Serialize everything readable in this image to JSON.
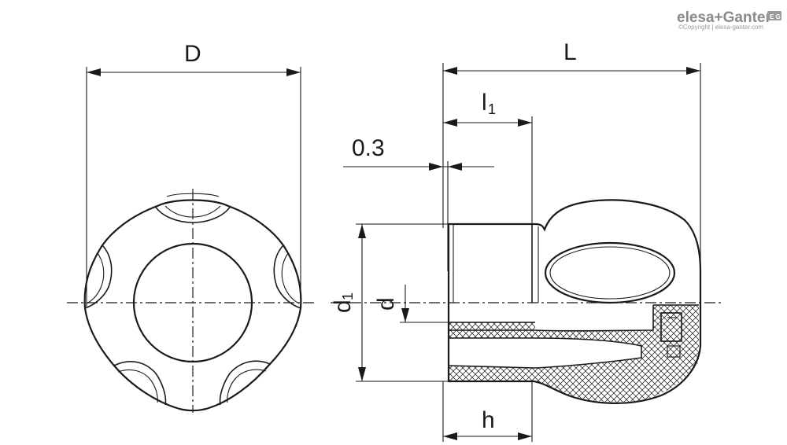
{
  "logo": {
    "brand": "elesa+Ganter",
    "copyright": "©Copyright | elesa-ganter.com",
    "badge": "E G"
  },
  "dimensions": {
    "D": "D",
    "L": "L",
    "l1_main": "l",
    "l1_sub": "1",
    "offset": "0.3",
    "d1_main": "d",
    "d1_sub": "1",
    "d": "d",
    "h": "h"
  }
}
